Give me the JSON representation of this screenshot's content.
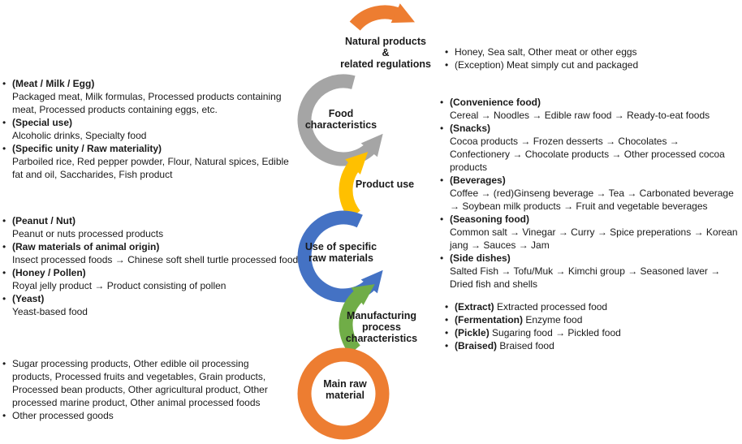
{
  "stages": [
    {
      "label": "Natural products\n&\nrelated regulations",
      "color": "#ED7D31"
    },
    {
      "label": "Food\ncharacteristics",
      "color": "#A5A5A5"
    },
    {
      "label": "Product use",
      "color": "#FFC000"
    },
    {
      "label": "Use of specific\nraw materials",
      "color": "#4472C4"
    },
    {
      "label": "Manufacturing\nprocess\ncharacteristics",
      "color": "#70AD47"
    },
    {
      "label": "Main raw\nmaterial",
      "color": "#ED7D31"
    }
  ],
  "blocks": [
    {
      "id": "natural",
      "items": [
        {
          "head": "",
          "body": "Honey, Sea salt, Other meat or other eggs"
        },
        {
          "head": "",
          "body": "(Exception) Meat simply cut and packaged"
        }
      ]
    },
    {
      "id": "food-char",
      "items": [
        {
          "head": "(Meat / Milk / Egg)",
          "body": "Packaged meat, Milk formulas, Processed products containing meat, Processed products containing eggs, etc."
        },
        {
          "head": "(Special use)",
          "body": "Alcoholic drinks, Specialty food"
        },
        {
          "head": "(Specific unity / Raw materiality)",
          "body": "Parboiled rice, Red pepper powder, Flour, Natural spices, Edible fat and oil, Saccharides, Fish product"
        }
      ]
    },
    {
      "id": "product-use",
      "items": [
        {
          "head": "(Convenience food)",
          "body": "Cereal → Noodles → Edible raw food → Ready-to-eat foods"
        },
        {
          "head": "(Snacks)",
          "body": "Cocoa products → Frozen desserts → Chocolates → Confectionery → Chocolate products → Other processed cocoa products"
        },
        {
          "head": "(Beverages)",
          "body": "Coffee → (red)Ginseng beverage → Tea →  Carbonated beverage → Soybean milk products → Fruit and vegetable beverages"
        },
        {
          "head": "(Seasoning food)",
          "body": "Common salt → Vinegar → Curry → Spice preperations → Korean jang → Sauces → Jam"
        },
        {
          "head": "(Side dishes)",
          "body": "Salted Fish → Tofu/Muk → Kimchi group → Seasoned laver → Dried fish and shells"
        }
      ]
    },
    {
      "id": "specific-raw",
      "items": [
        {
          "head": "(Peanut / Nut)",
          "body": "Peanut or nuts processed products"
        },
        {
          "head": "(Raw materials of animal origin)",
          "body": "Insect processed foods → Chinese soft shell turtle processed food"
        },
        {
          "head": "(Honey / Pollen)",
          "body": "Royal jelly product → Product consisting of pollen"
        },
        {
          "head": "(Yeast)",
          "body": "Yeast-based food"
        }
      ]
    },
    {
      "id": "manufacturing",
      "items": [
        {
          "head": "(Extract)",
          "body": "Extracted processed food"
        },
        {
          "head": "(Fermentation)",
          "body": "Enzyme food"
        },
        {
          "head": "(Pickle)",
          "body": "Sugaring food → Pickled food"
        },
        {
          "head": "(Braised)",
          "body": "Braised food"
        }
      ]
    },
    {
      "id": "main-raw",
      "items": [
        {
          "head": "",
          "body": "Sugar processing products, Other edible oil processing products, Processed fruits and vegetables, Grain products, Processed bean products, Other agricultural product, Other processed marine product, Other animal processed foods"
        },
        {
          "head": "",
          "body": "Other processed goods"
        }
      ]
    }
  ]
}
